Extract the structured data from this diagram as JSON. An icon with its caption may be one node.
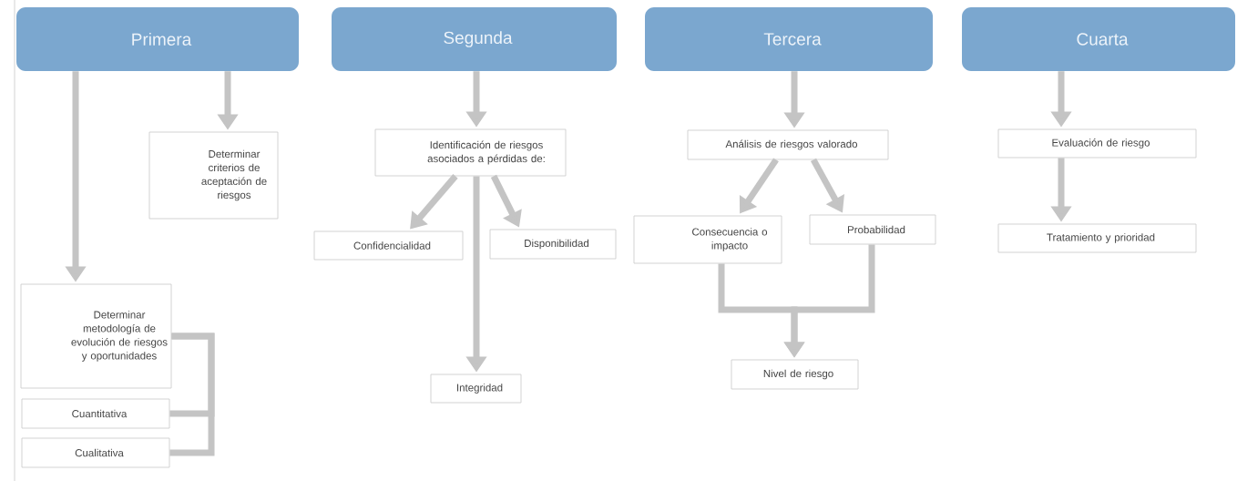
{
  "diagram": {
    "nodes": [
      {
        "text": [
          "Primera"
        ]
      },
      {
        "text": [
          "Determinar criterios de aceptación de riesgos"
        ]
      },
      {
        "text": [
          "Determinar metodología de evolución de riesgos y oportunidades"
        ]
      },
      {
        "text": [
          "Cuantitativa"
        ]
      },
      {
        "text": [
          "Cualitativa"
        ]
      },
      {
        "text": [
          "Segunda"
        ]
      },
      {
        "text": [
          "Identificación de riesgos asociados a pérdidas de:"
        ]
      },
      {
        "text": [
          "Confidencialidad"
        ]
      },
      {
        "text": [
          "Disponibilidad"
        ]
      },
      {
        "text": [
          "Integridad"
        ]
      },
      {
        "text": [
          "Tercera"
        ]
      },
      {
        "text": [
          "Análisis de riesgos valorado"
        ]
      },
      {
        "text": [
          "Consecuencia o impacto"
        ]
      },
      {
        "text": [
          "Probabilidad"
        ]
      },
      {
        "text": [
          "Nivel de riesgo"
        ]
      },
      {
        "text": [
          "Cuarta"
        ]
      },
      {
        "text": [
          "Evaluación de riesgo"
        ]
      },
      {
        "text": [
          "Tratamiento y prioridad"
        ]
      }
    ],
    "edges": [
      {
        "from": 0,
        "to": 2,
        "arrow": "to"
      },
      {
        "from": 0,
        "to": 1,
        "arrow": "to"
      },
      {
        "from": 2,
        "to": 3,
        "arrow": "none"
      },
      {
        "from": 2,
        "to": 4,
        "arrow": "none"
      },
      {
        "from": 5,
        "to": 6,
        "arrow": "to"
      },
      {
        "from": 6,
        "to": 7,
        "arrow": "to"
      },
      {
        "from": 6,
        "to": 8,
        "arrow": "to"
      },
      {
        "from": 6,
        "to": 9,
        "arrow": "to"
      },
      {
        "from": 10,
        "to": 11,
        "arrow": "to"
      },
      {
        "from": 11,
        "to": 12,
        "arrow": "to"
      },
      {
        "from": 11,
        "to": 13,
        "arrow": "to"
      },
      {
        "from": 12,
        "to": 14,
        "arrow": "to"
      },
      {
        "from": 13,
        "to": 14,
        "arrow": "to"
      },
      {
        "from": 15,
        "to": 16,
        "arrow": "to"
      },
      {
        "from": 16,
        "to": 17,
        "arrow": "to"
      }
    ]
  }
}
